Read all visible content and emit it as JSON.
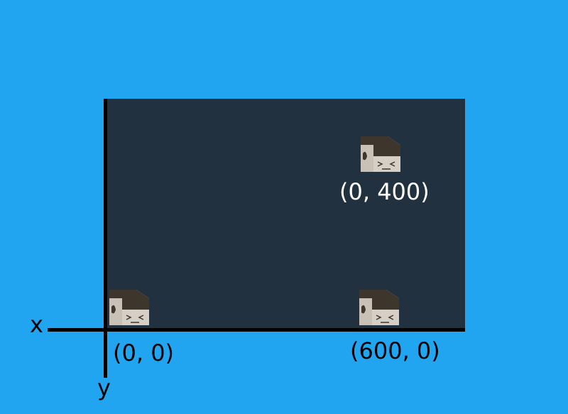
{
  "colors": {
    "background": "#22A5F1",
    "stage": "#22313F",
    "axis": "#000000",
    "label_on_stage": "#FFFFFF",
    "label_on_background": "#000000"
  },
  "axes": {
    "x_label": "x",
    "y_label": "y"
  },
  "sprites": [
    {
      "icon": "cat-head-icon",
      "label": "(0, 0)"
    },
    {
      "icon": "cat-head-icon",
      "label": "(600, 0)"
    },
    {
      "icon": "cat-head-icon",
      "label": "(0, 400)"
    }
  ]
}
